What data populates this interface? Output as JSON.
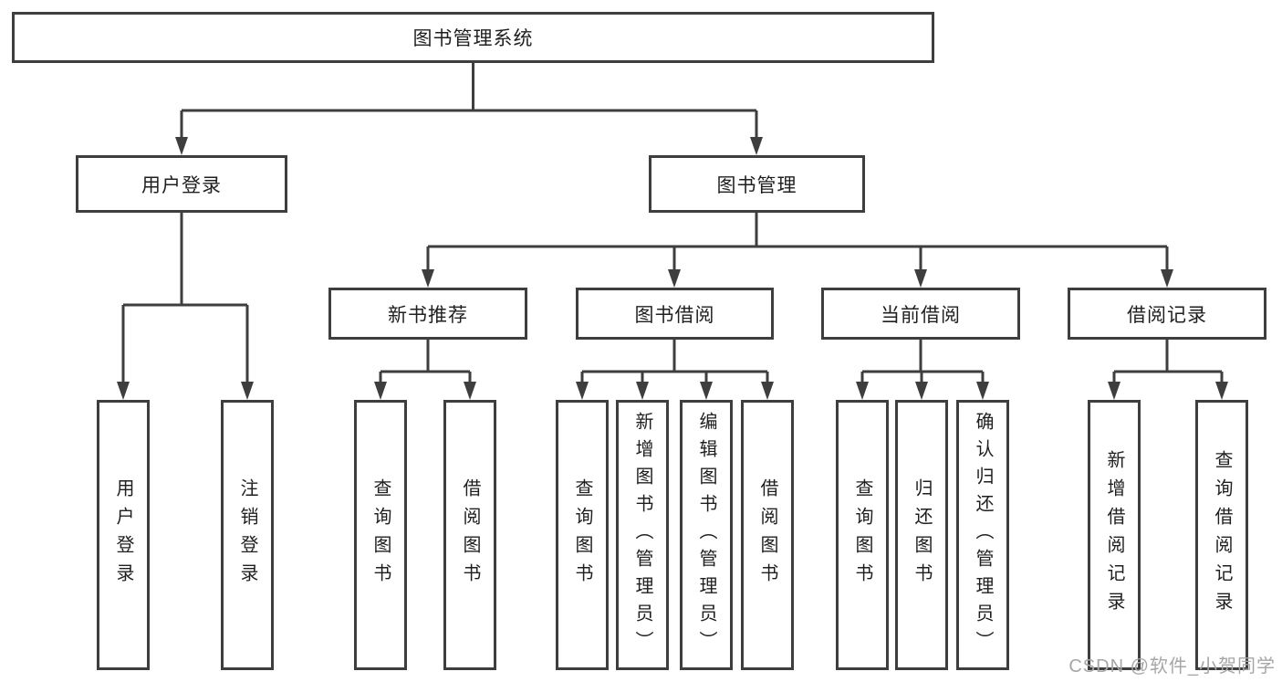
{
  "tree": {
    "root": "图书管理系统",
    "branches": [
      {
        "label": "用户登录",
        "children": [
          "用户登录",
          "注销登录"
        ]
      },
      {
        "label": "图书管理",
        "groups": [
          {
            "label": "新书推荐",
            "children": [
              "查询图书",
              "借阅图书"
            ]
          },
          {
            "label": "图书借阅",
            "children": [
              "查询图书",
              "新增图书（管理员）",
              "编辑图书（管理员）",
              "借阅图书"
            ]
          },
          {
            "label": "当前借阅",
            "children": [
              "查询图书",
              "归还图书",
              "确认归还（管理员）"
            ]
          },
          {
            "label": "借阅记录",
            "children": [
              "新增借阅记录",
              "查询借阅记录"
            ]
          }
        ]
      }
    ]
  },
  "watermark": {
    "text": "CSDN @软件_小贺同学"
  },
  "colors": {
    "line": "#3e3e3e",
    "text": "#1f1f1f",
    "background": "#ffffff",
    "watermark": "#a6a6a6"
  }
}
